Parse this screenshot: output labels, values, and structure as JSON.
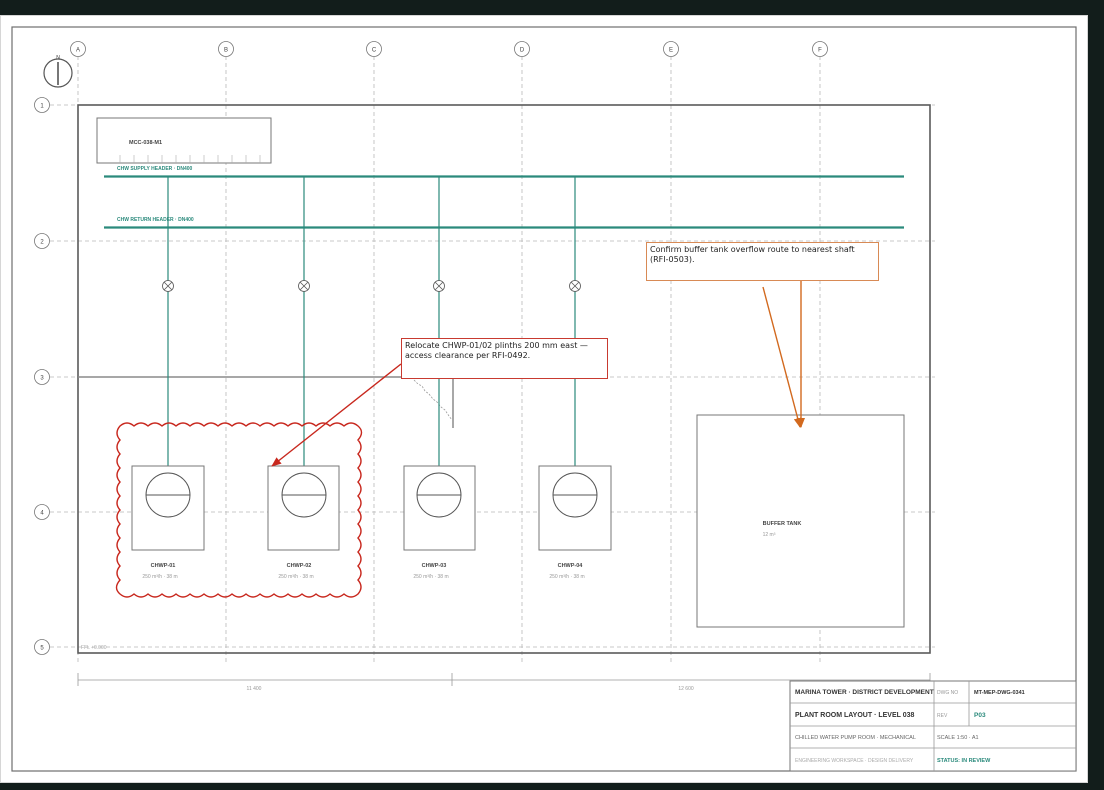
{
  "grid": {
    "columns": [
      "A",
      "B",
      "C",
      "D",
      "E",
      "F"
    ],
    "rows": [
      "1",
      "2",
      "3",
      "4",
      "5"
    ]
  },
  "north_label": "N",
  "mcc": {
    "label": "MCC-038-M1"
  },
  "headers": {
    "supply": "CHW SUPPLY HEADER · DN400",
    "return": "CHW RETURN HEADER · DN400"
  },
  "pumps": [
    {
      "tag": "CHWP-01",
      "spec": "250 m³/h · 38 m"
    },
    {
      "tag": "CHWP-02",
      "spec": "250 m³/h · 38 m"
    },
    {
      "tag": "CHWP-03",
      "spec": "250 m³/h · 38 m"
    },
    {
      "tag": "CHWP-04",
      "spec": "250 m³/h · 38 m"
    }
  ],
  "tank": {
    "label": "BUFFER TANK",
    "volume": "12 m³"
  },
  "level_label": "FFL +0.000",
  "dimensions": [
    "11 400",
    "12 600"
  ],
  "annotations": {
    "red": "Relocate CHWP-01/02 plinths 200 mm east — access clearance per RFI-0492.",
    "orange": "Confirm buffer tank overflow route to nearest shaft (RFI-0503)."
  },
  "colors": {
    "pipe": "#2b8a7c",
    "markup_red": "#c8281e",
    "markup_orange": "#d2691e"
  },
  "title_block": {
    "project": "MARINA TOWER · DISTRICT DEVELOPMENT",
    "dwg_no_label": "DWG NO",
    "dwg_no": "MT-MEP-DWG-0341",
    "title": "PLANT ROOM LAYOUT · LEVEL 038",
    "rev_label": "REV",
    "rev": "P03",
    "subtitle": "CHILLED WATER PUMP ROOM · MECHANICAL",
    "scale": "SCALE 1:50 · A1",
    "workspace": "ENGINEERING WORKSPACE · DESIGN DELIVERY",
    "status": "STATUS: IN REVIEW"
  }
}
